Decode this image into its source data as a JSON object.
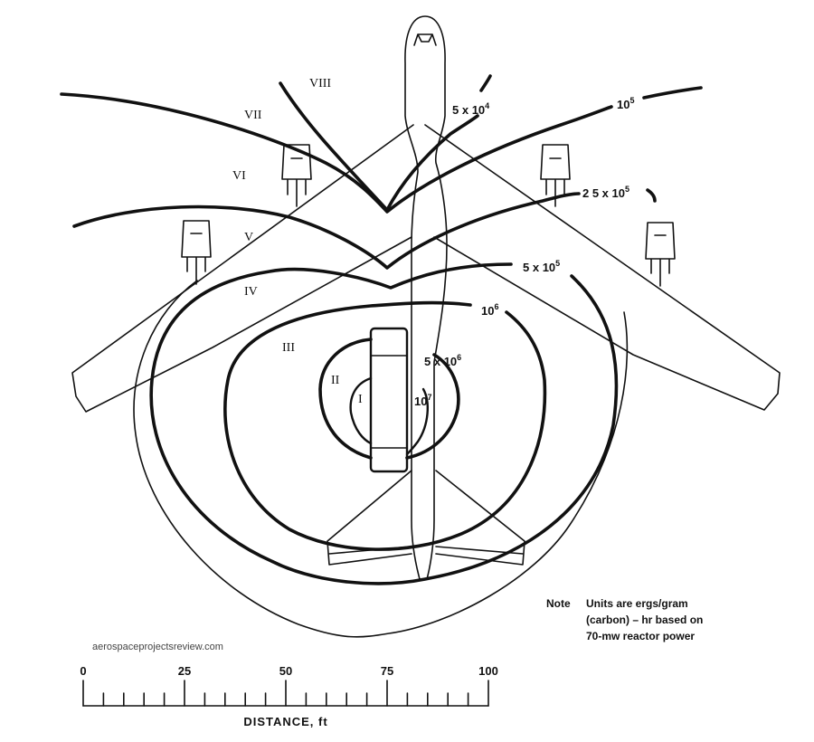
{
  "zones": [
    "I",
    "II",
    "III",
    "IV",
    "V",
    "VI",
    "VII",
    "VIII"
  ],
  "contours": [
    {
      "mantissa": "",
      "exponent": "7"
    },
    {
      "mantissa": "5 x ",
      "exponent": "6"
    },
    {
      "mantissa": "",
      "exponent": "6"
    },
    {
      "mantissa": "5 x ",
      "exponent": "5"
    },
    {
      "mantissa": "2 5 x ",
      "exponent": "5"
    },
    {
      "mantissa": "",
      "exponent": "5"
    },
    {
      "mantissa": "5 x ",
      "exponent": "4"
    }
  ],
  "contour_base": "10",
  "note": {
    "label": "Note",
    "line1": "Units are ergs/gram",
    "line2": "(carbon) – hr based on",
    "line3": "70-mw reactor power"
  },
  "credit": "aerospaceprojectsreview.com",
  "scale": {
    "title": "DISTANCE, ft",
    "ticks": [
      "0",
      "25",
      "50",
      "75",
      "100"
    ],
    "max": 100,
    "minor_step": 5,
    "major_step": 25
  }
}
